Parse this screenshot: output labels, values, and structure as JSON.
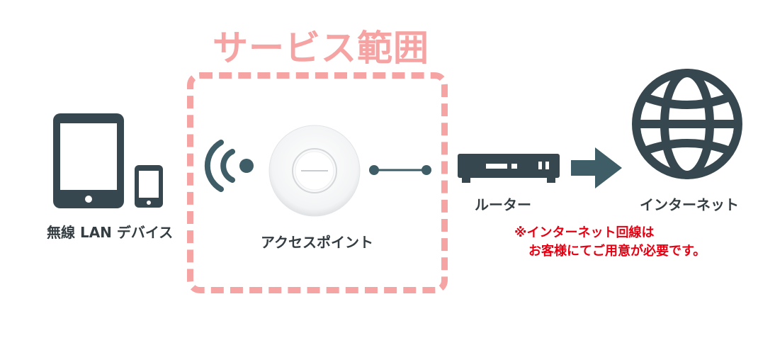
{
  "title": "サービス範囲",
  "nodes": {
    "device": "無線 LAN デバイス",
    "access_point": "アクセスポイント",
    "router": "ルーター",
    "internet": "インターネット"
  },
  "note": {
    "line1": "※インターネット回線は",
    "line2": "お客様にてご用意が必要です。"
  },
  "colors": {
    "icon": "#37474f",
    "service_area": "#f5a3a3",
    "arrow": "#3e5d66",
    "note": "#e60012"
  }
}
